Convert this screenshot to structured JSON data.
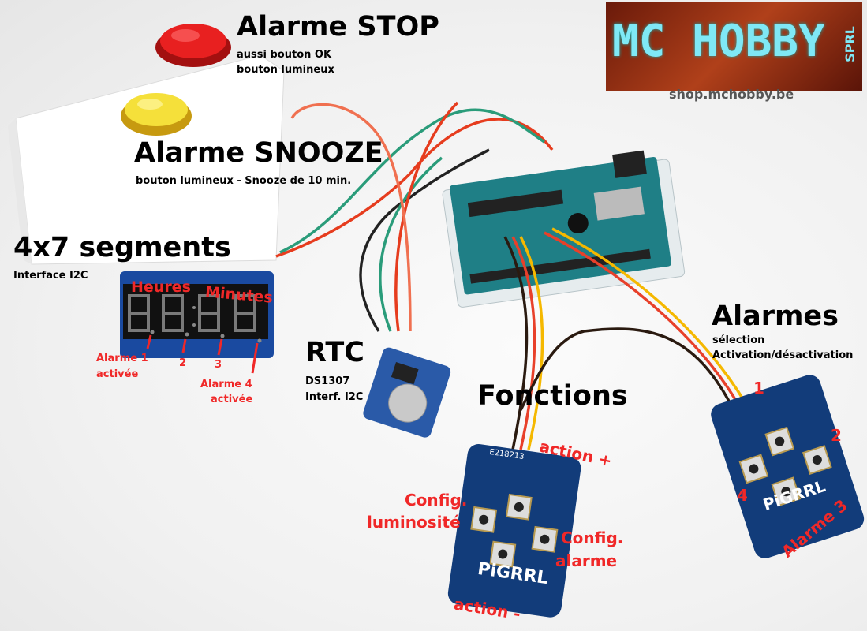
{
  "logo": {
    "text": "MC HOBBY",
    "suffix": "SPRL",
    "url": "shop.mchobby.be"
  },
  "labels": {
    "stop": {
      "title": "Alarme STOP",
      "line1": "aussi bouton OK",
      "line2": "bouton lumineux"
    },
    "snooze": {
      "title": "Alarme SNOOZE",
      "line1": "bouton lumineux - Snooze de 10 min."
    },
    "segments": {
      "title": "4x7 segments",
      "line1": "Interface I2C"
    },
    "rtc": {
      "title": "RTC",
      "line1": "DS1307",
      "line2": "Interf. I2C"
    },
    "fonctions": {
      "title": "Fonctions"
    },
    "alarmes": {
      "title": "Alarmes",
      "line1": "sélection",
      "line2": "Activation/désactivation"
    }
  },
  "annotations": {
    "heures": "Heures",
    "minutes": "Minutes",
    "alarme1": "Alarme 1",
    "alarme1b": "activée",
    "dot2": "2",
    "dot3": "3",
    "alarme4": "Alarme 4",
    "alarme4b": "activée",
    "action_plus": "action +",
    "action_minus": "action -",
    "config_lum1": "Config.",
    "config_lum2": "luminosité",
    "config_alarm1": "Config.",
    "config_alarm2": "alarme",
    "key1": "1",
    "key2": "2",
    "key4": "4",
    "key3": "Alarme 3"
  },
  "boards": {
    "pcb_text": "PiGRRL",
    "pcb_code": "E218213"
  },
  "colors": {
    "annotation": "#f02828",
    "pcb_blue": "#123c7a",
    "arduino": "#1f7f86"
  }
}
